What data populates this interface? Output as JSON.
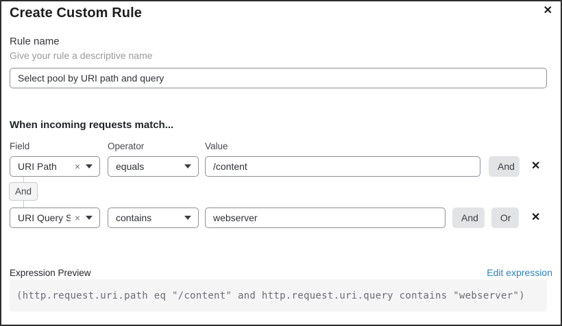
{
  "dialog": {
    "title": "Create Custom Rule"
  },
  "icons": {
    "close": "✕",
    "remove_condition": "✕",
    "clear_select": "×"
  },
  "rule_name": {
    "label": "Rule name",
    "help": "Give your rule a descriptive name",
    "value": "Select pool by URI path and query"
  },
  "match": {
    "heading": "When incoming requests match...",
    "columns": {
      "field": "Field",
      "operator": "Operator",
      "value": "Value"
    },
    "rows": [
      {
        "field": "URI Path",
        "operator": "equals",
        "value": "/content",
        "buttons": {
          "and": "And"
        }
      },
      {
        "field": "URI Query St...",
        "operator": "contains",
        "value": "webserver",
        "buttons": {
          "and": "And",
          "or": "Or"
        }
      }
    ],
    "connector": "And"
  },
  "expression": {
    "label": "Expression Preview",
    "edit_link": "Edit expression",
    "code": "(http.request.uri.path eq \"/content\" and http.request.uri.query contains \"webserver\")"
  },
  "colors": {
    "dialog_border": "#2e2e2e",
    "input_border": "#8c8f94",
    "button_bg": "#e2e3e5",
    "link": "#2e7fc0",
    "code_bg": "#f5f5f6",
    "code_text": "#6a6d72",
    "helper_text": "#97999e"
  }
}
